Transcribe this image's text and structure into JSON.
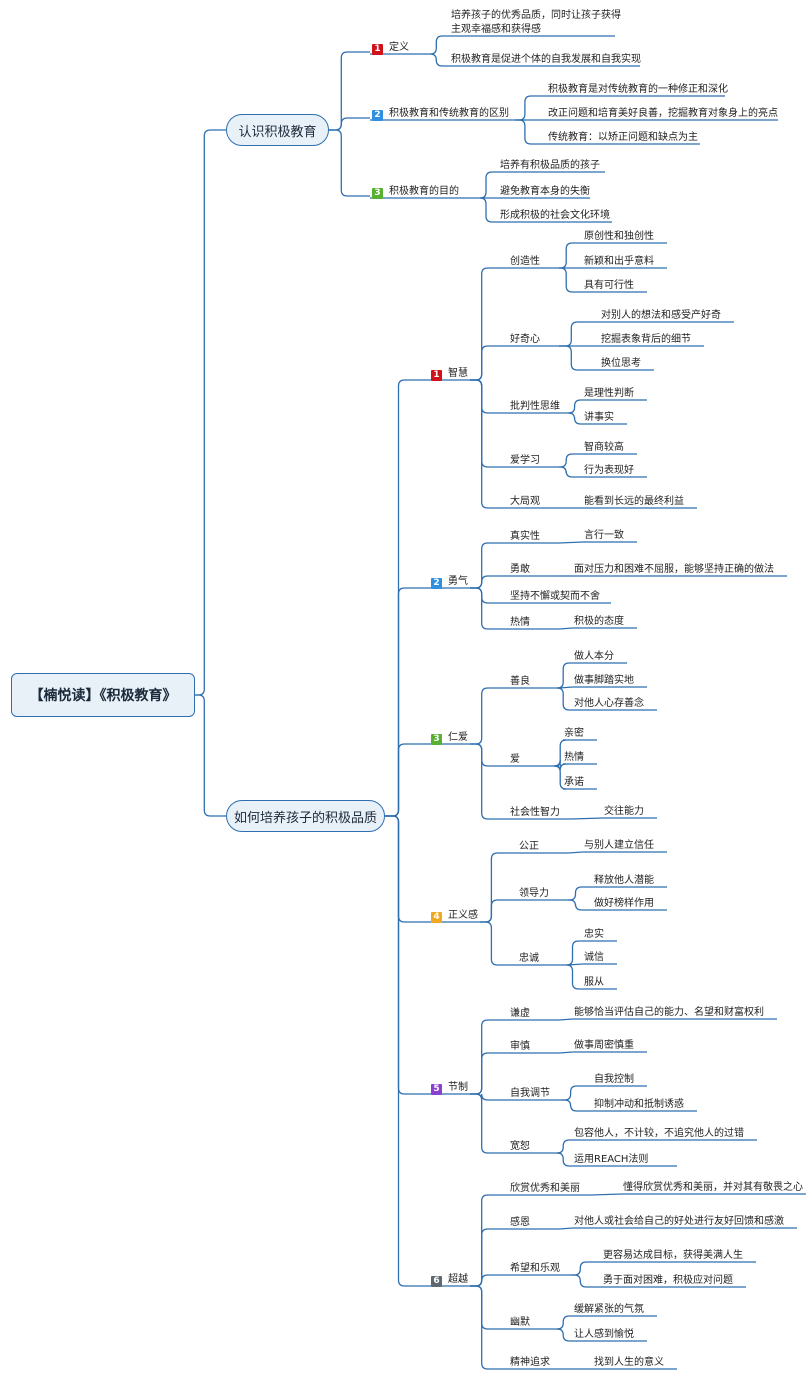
{
  "root": "【楠悦读】《积极教育》",
  "branches": [
    {
      "label": "认识积极教育",
      "sections": [
        {
          "num": "1",
          "color": "#d0121b",
          "label": "定义",
          "items": [
            "培养孩子的优秀品质，同时让孩子获得主观幸福感和获得感",
            "积极教育是促进个体的自我发展和自我实现"
          ]
        },
        {
          "num": "2",
          "color": "#2f8fe0",
          "label": "积极教育和传统教育的区别",
          "items": [
            "积极教育是对传统教育的一种修正和深化",
            "改正问题和培育美好良善，挖掘教育对象身上的亮点",
            "传统教育：以矫正问题和缺点为主"
          ]
        },
        {
          "num": "3",
          "color": "#58b030",
          "label": "积极教育的目的",
          "items": [
            "培养有积极品质的孩子",
            "避免教育本身的失衡",
            "形成积极的社会文化环境"
          ]
        }
      ]
    },
    {
      "label": "如何培养孩子的积极品质",
      "sections": [
        {
          "num": "1",
          "color": "#d0121b",
          "label": "智慧",
          "subs": [
            {
              "label": "创造性",
              "items": [
                "原创性和独创性",
                "新颖和出乎意料",
                "具有可行性"
              ]
            },
            {
              "label": "好奇心",
              "items": [
                "对别人的想法和感受产好奇",
                "挖掘表象背后的细节",
                "换位思考"
              ]
            },
            {
              "label": "批判性思维",
              "items": [
                "是理性判断",
                "讲事实"
              ]
            },
            {
              "label": "爱学习",
              "items": [
                "智商较高",
                "行为表现好"
              ]
            },
            {
              "label": "大局观",
              "items": [
                "能看到长远的最终利益"
              ]
            }
          ]
        },
        {
          "num": "2",
          "color": "#2f8fe0",
          "label": "勇气",
          "subs": [
            {
              "label": "真实性",
              "items": [
                "言行一致"
              ]
            },
            {
              "label": "勇敢",
              "items": [
                "面对压力和困难不屈服，能够坚持正确的做法"
              ]
            },
            {
              "label": "坚持不懈或契而不舍",
              "items": []
            },
            {
              "label": "热情",
              "items": [
                "积极的态度"
              ]
            }
          ]
        },
        {
          "num": "3",
          "color": "#58b030",
          "label": "仁爱",
          "subs": [
            {
              "label": "善良",
              "items": [
                "做人本分",
                "做事脚踏实地",
                "对他人心存善念"
              ]
            },
            {
              "label": "爱",
              "items": [
                "亲密",
                "热情",
                "承诺"
              ]
            },
            {
              "label": "社会性智力",
              "items": [
                "交往能力"
              ]
            }
          ]
        },
        {
          "num": "4",
          "color": "#f0a820",
          "label": "正义感",
          "subs": [
            {
              "label": "公正",
              "items": [
                "与别人建立信任"
              ]
            },
            {
              "label": "领导力",
              "items": [
                "释放他人潜能",
                "做好榜样作用"
              ]
            },
            {
              "label": "忠诚",
              "items": [
                "忠实",
                "诚信",
                "服从"
              ]
            }
          ]
        },
        {
          "num": "5",
          "color": "#8a3fd0",
          "label": "节制",
          "subs": [
            {
              "label": "谦虚",
              "items": [
                "能够恰当评估自己的能力、名望和财富权利"
              ]
            },
            {
              "label": "审慎",
              "items": [
                "做事周密慎重"
              ]
            },
            {
              "label": "自我调节",
              "items": [
                "自我控制",
                "抑制冲动和抵制诱惑"
              ]
            },
            {
              "label": "宽恕",
              "items": [
                "包容他人，不计较，不追究他人的过错",
                "运用REACH法则"
              ]
            }
          ]
        },
        {
          "num": "6",
          "color": "#5f6770",
          "label": "超越",
          "subs": [
            {
              "label": "欣赏优秀和美丽",
              "items": [
                "懂得欣赏优秀和美丽，并对其有敬畏之心"
              ]
            },
            {
              "label": "感恩",
              "items": [
                "对他人或社会给自己的好处进行友好回馈和感激"
              ]
            },
            {
              "label": "希望和乐观",
              "items": [
                "更容易达成目标，获得美满人生",
                "勇于面对困难，积极应对问题"
              ]
            },
            {
              "label": "幽默",
              "items": [
                "缓解紧张的气氛",
                "让人感到愉悦"
              ]
            },
            {
              "label": "精神追求",
              "items": [
                "找到人生的意义"
              ]
            }
          ]
        }
      ]
    }
  ],
  "colors": {
    "line": "#2f6fb0",
    "box_fill": "#e8f0f8"
  }
}
